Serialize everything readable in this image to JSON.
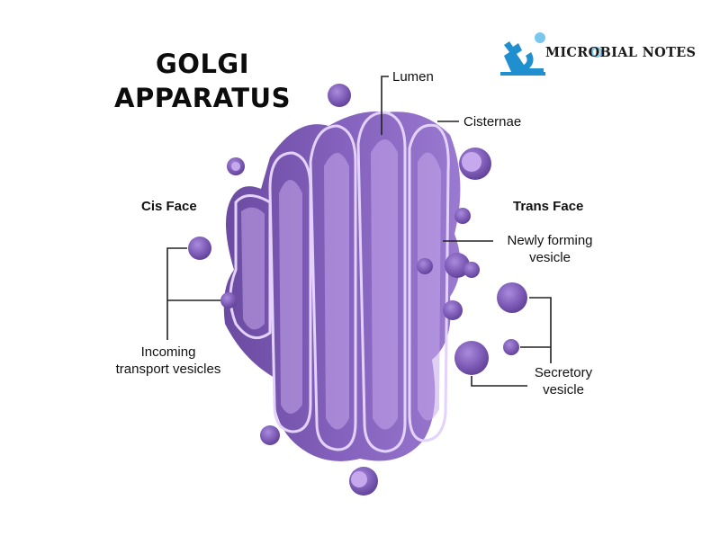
{
  "title_line1": "GOLGI",
  "title_line2": "APPARATUS",
  "brand": {
    "name": "MICROBIAL NOTES",
    "colors": {
      "microscope": "#1f8fd0",
      "accent": "#7ac7ee"
    }
  },
  "labels": {
    "lumen": "Lumen",
    "cisternae": "Cisternae",
    "cis_face": "Cis Face",
    "trans_face": "Trans Face",
    "newly_forming_line1": "Newly forming",
    "newly_forming_line2": "vesicle",
    "incoming_line1": "Incoming",
    "incoming_line2": "transport vesicles",
    "secretory_line1": "Secretory",
    "secretory_line2": "vesicle"
  },
  "colors": {
    "dark": "#6b4aa1",
    "mid": "#8e6bc4",
    "light": "#c6a8ec",
    "rim": "#e3d2fb",
    "line": "#222222"
  }
}
